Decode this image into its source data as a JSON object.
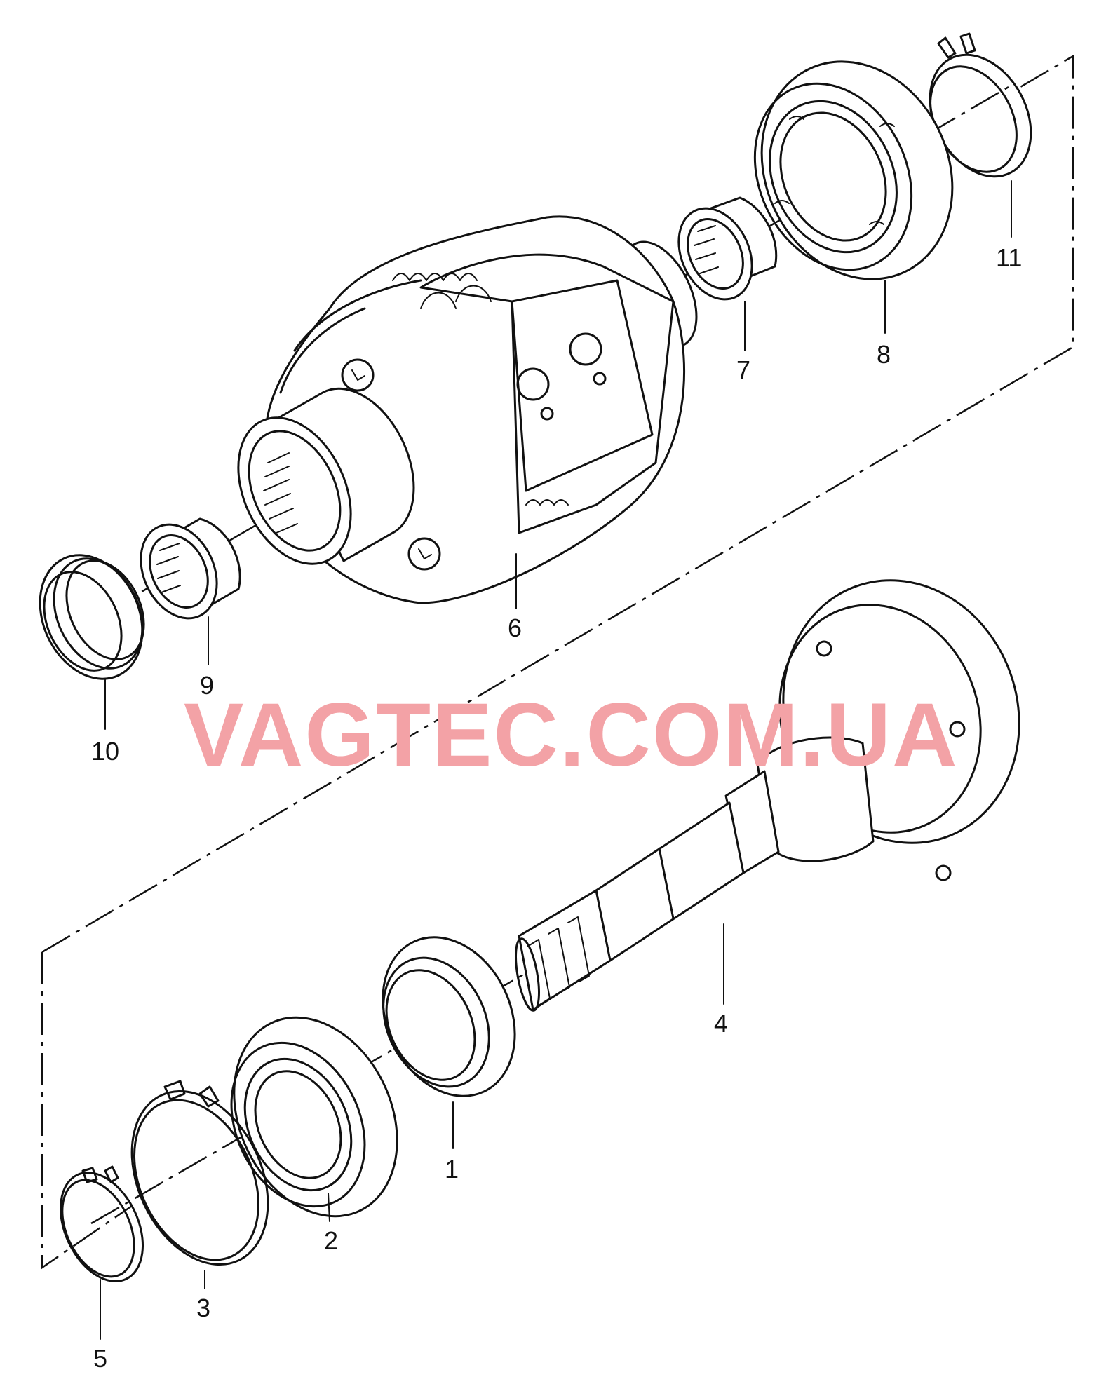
{
  "watermark": "VAGTEC.COM.UA",
  "callouts": [
    "1",
    "2",
    "3",
    "4",
    "5",
    "6",
    "7",
    "8",
    "9",
    "10",
    "11"
  ]
}
